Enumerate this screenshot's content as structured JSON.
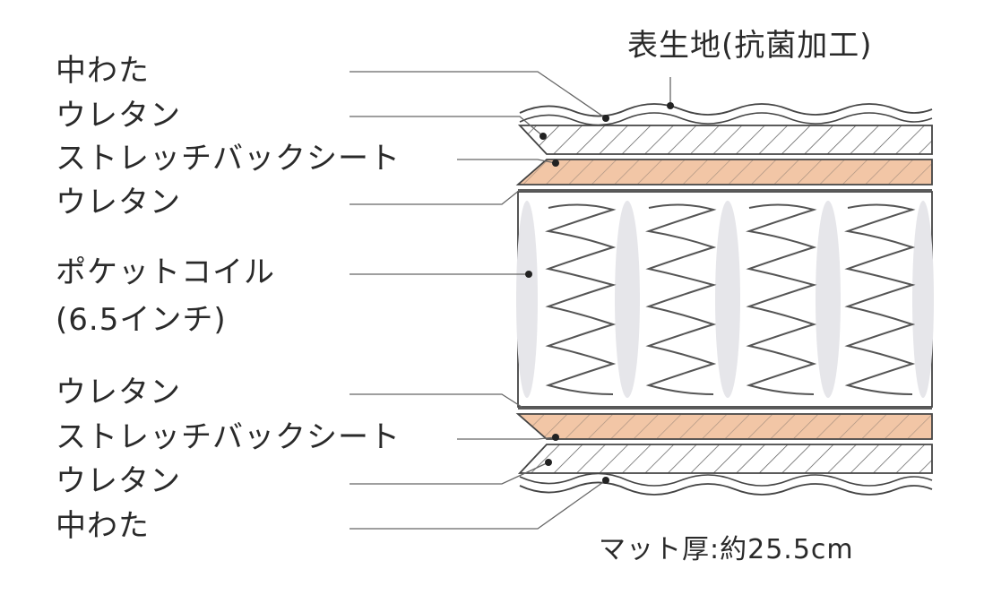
{
  "labels": {
    "cover": "表生地(抗菌加工)",
    "top_wadding": "中わた",
    "top_urethane_1": "ウレタン",
    "top_stretch_sheet": "ストレッチバックシート",
    "top_urethane_2": "ウレタン",
    "coil_line1": "ポケットコイル",
    "coil_line2": "(6.5インチ)",
    "bottom_urethane_1": "ウレタン",
    "bottom_stretch_sheet": "ストレッチバックシート",
    "bottom_urethane_2": "ウレタン",
    "bottom_wadding": "中わた"
  },
  "thickness_note": "マット厚:約25.5cm",
  "colors": {
    "line": "#444444",
    "stretch_sheet": "#f2c6a6",
    "coil_shade": "#e6e6ea",
    "text": "#2a2a2a"
  }
}
